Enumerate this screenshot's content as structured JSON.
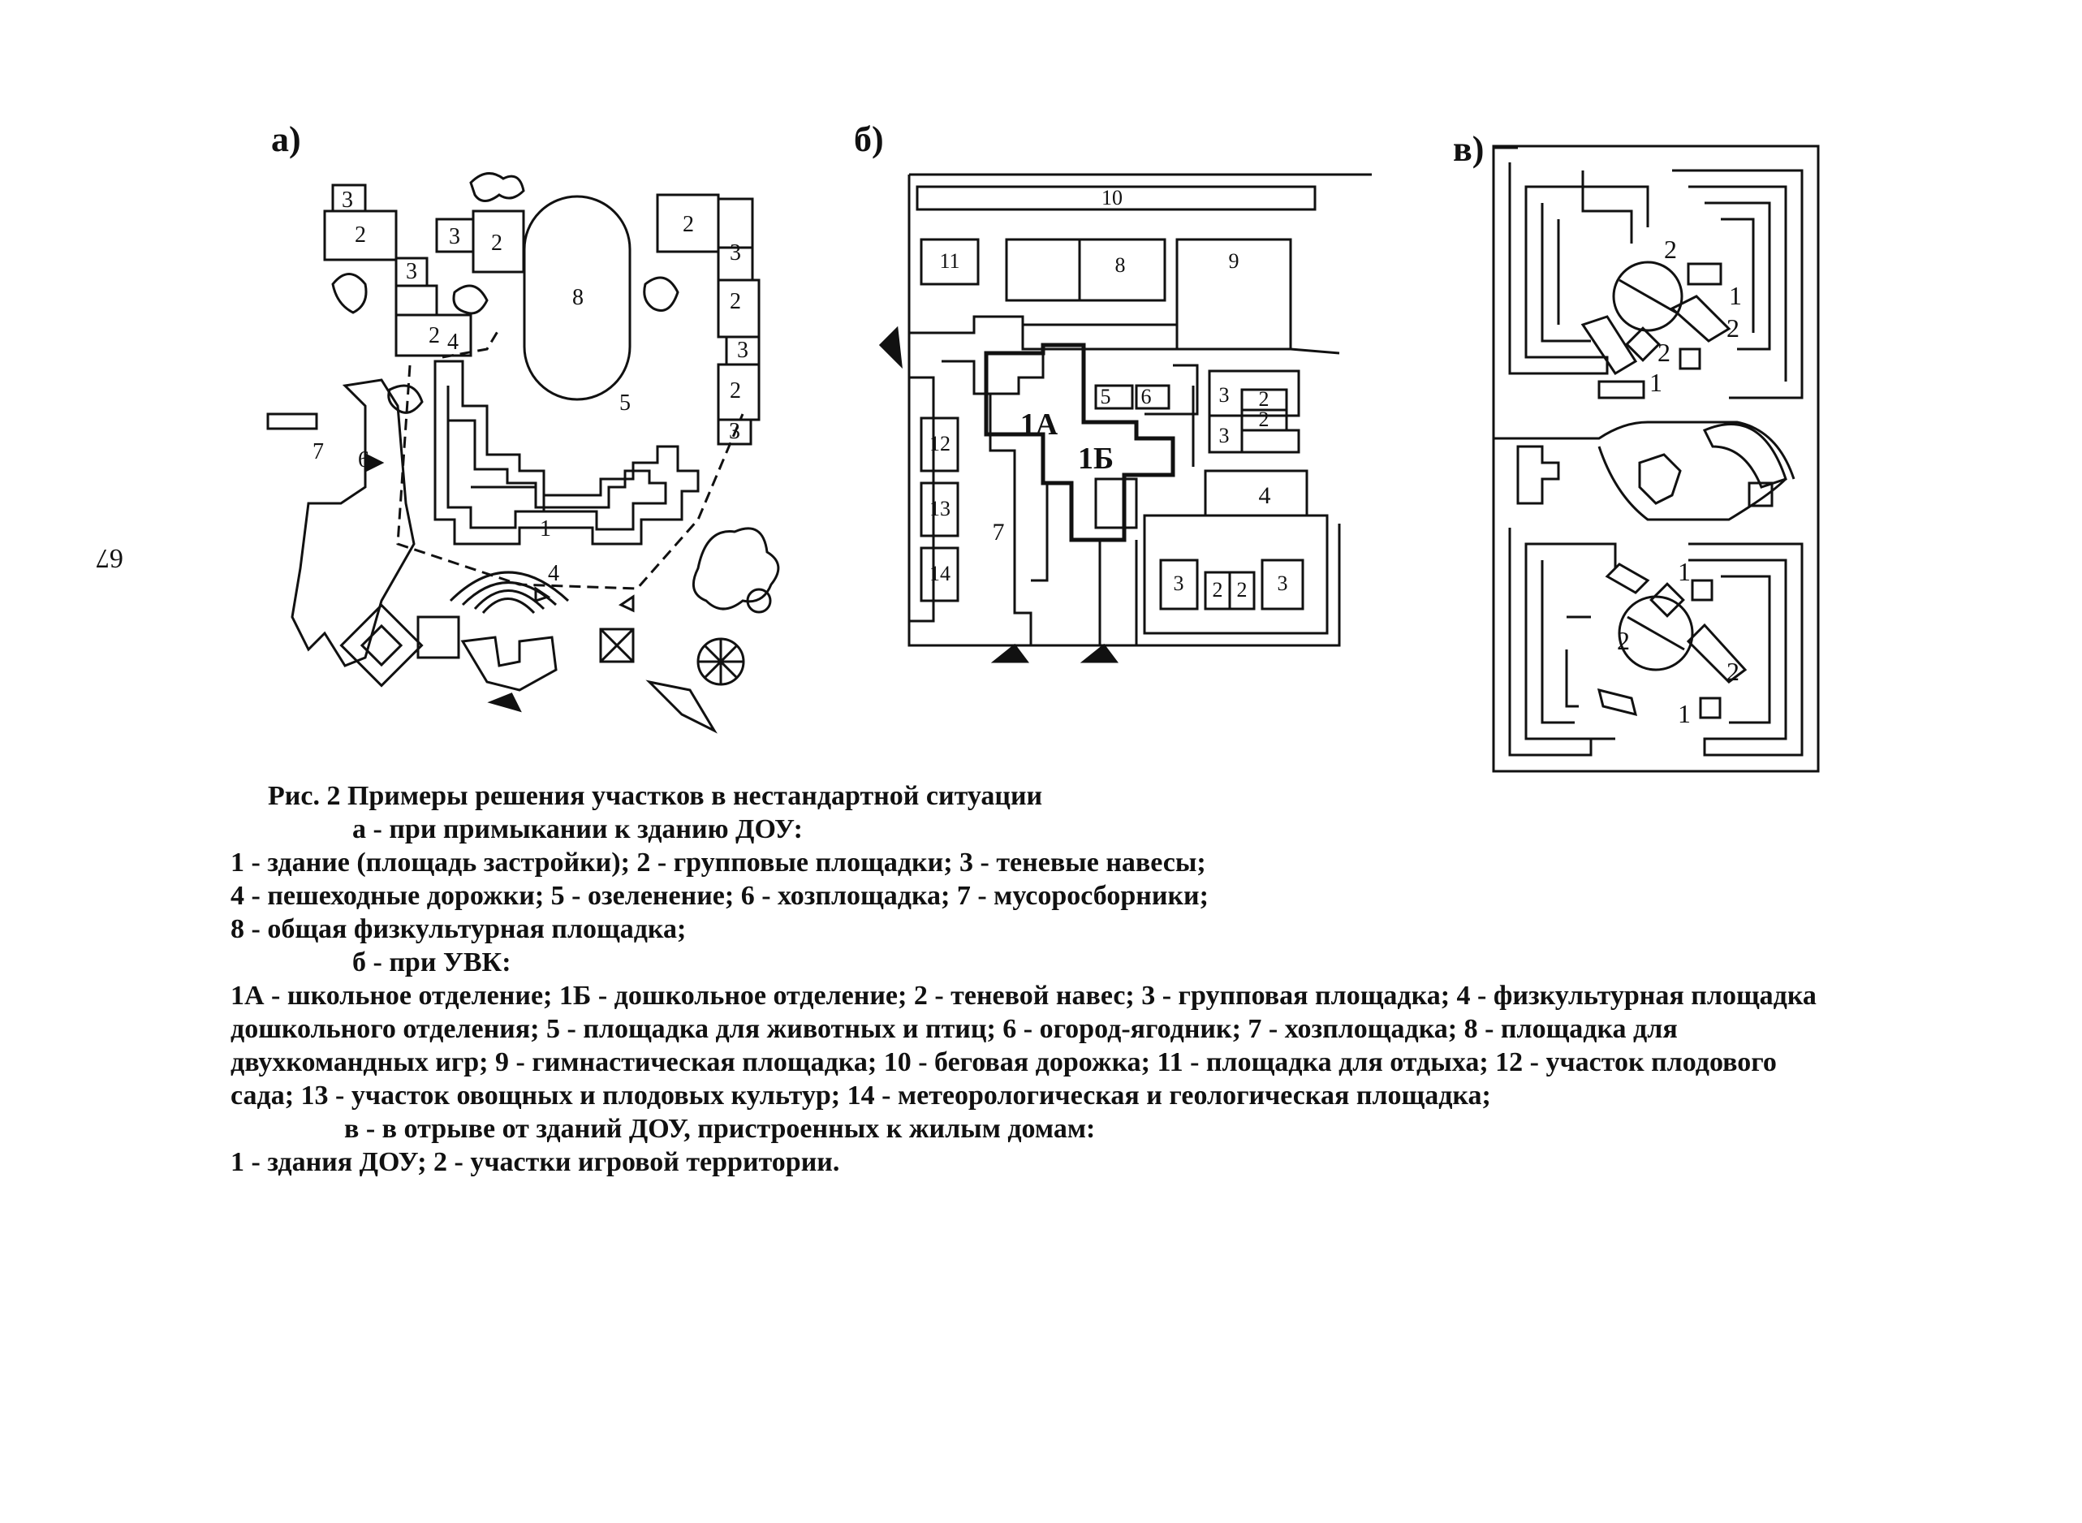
{
  "page_number": "67",
  "panels": {
    "a": {
      "label": "а)",
      "numbers": [
        "3",
        "2",
        "3",
        "2",
        "3",
        "2",
        "8",
        "2",
        "3",
        "2",
        "3",
        "2",
        "3",
        "5",
        "7",
        "6",
        "4",
        "4",
        "1"
      ]
    },
    "b": {
      "label": "б)",
      "numbers": [
        "10",
        "11",
        "8",
        "9",
        "1А",
        "1Б",
        "5",
        "6",
        "3",
        "2",
        "2",
        "3",
        "12",
        "13",
        "14",
        "7",
        "4",
        "3",
        "2",
        "2",
        "3"
      ]
    },
    "c": {
      "label": "в)",
      "numbers": [
        "2",
        "1",
        "2",
        "2",
        "1",
        "1",
        "2",
        "1",
        "2",
        "1"
      ]
    }
  },
  "caption": {
    "title": "Рис. 2  Примеры решения участков в нестандартной ситуации",
    "a_heading": "а - при примыкании к зданию ДОУ:",
    "a_lines": [
      "1 - здание (площадь застройки);  2 - групповые площадки;  3 - теневые навесы;",
      "4 - пешеходные дорожки;  5 - озеленение;  6 - хозплощадка;  7 - мусоросборники;",
      "8 - общая физкультурная площадка;"
    ],
    "b_heading": "б - при УВК:",
    "b_lines": [
      "1А - школьное отделение; 1Б - дошкольное отделение; 2 - теневой навес; 3 - групповая площадка; 4 - физкультурная площадка",
      "дошкольного отделения; 5 - площадка для животных и птиц; 6 - огород-ягодник; 7 - хозплощадка; 8 - площадка для",
      "двухкомандных игр; 9 - гимнастическая площадка; 10 - беговая дорожка; 11 - площадка для отдыха; 12 - участок плодового",
      "сада; 13 - участок овощных и плодовых культур; 14 - метеорологическая и геологическая площадка;"
    ],
    "c_heading": "в - в отрыве от зданий ДОУ, пристроенных к жилым домам:",
    "c_lines": [
      "1 - здания ДОУ; 2 - участки игровой территории."
    ]
  }
}
